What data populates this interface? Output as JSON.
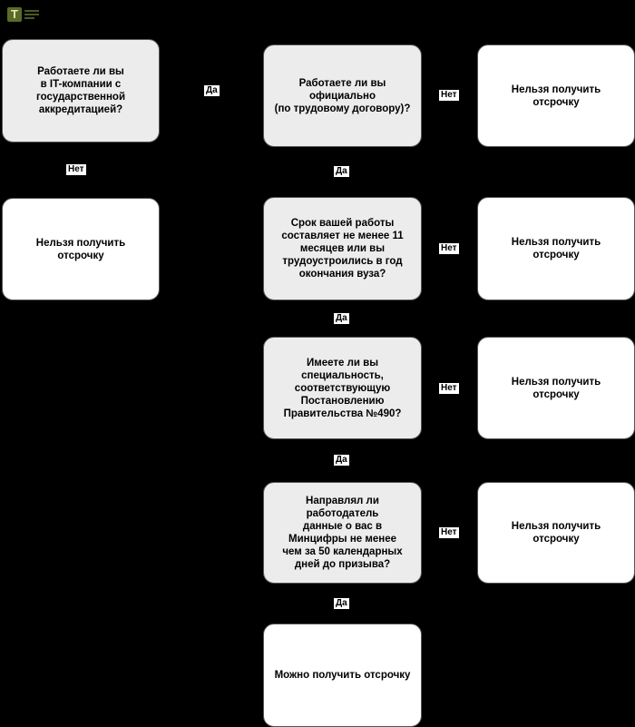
{
  "diagram": {
    "questions": {
      "q1": "Работаете ли вы\nв IT-компании с\nгосударственной\nаккредитацией?",
      "q2": "Работаете ли вы\nофициально\n(по трудовому договору)?",
      "q3": "Срок вашей работы\nсоставляет не менее 11\nмесяцев или вы\nтрудоустроились в год\nокончания вуза?",
      "q4": "Имеете ли вы\nспециальность,\nсоответствующую\nПостановлению\nПравительства №490?",
      "q5": "Направлял ли работодатель\nданные о вас в\nМинцифры не менее\nчем за 50 календарных\nдней до призыва?"
    },
    "results": {
      "r1": "Нельзя получить отсрочку",
      "r2": "Нельзя получить отсрочку",
      "r3": "Нельзя получить отсрочку",
      "r4": "Нельзя получить отсрочку",
      "r5": "Нельзя получить отсрочку",
      "ok": "Можно получить отсрочку"
    },
    "labels": {
      "yes": "Да",
      "no": "Нет"
    }
  },
  "colors": {
    "background": "#000000",
    "question_fill": "#ececec",
    "result_fill": "#ffffff"
  },
  "icons": {
    "logo": "logo-icon"
  }
}
